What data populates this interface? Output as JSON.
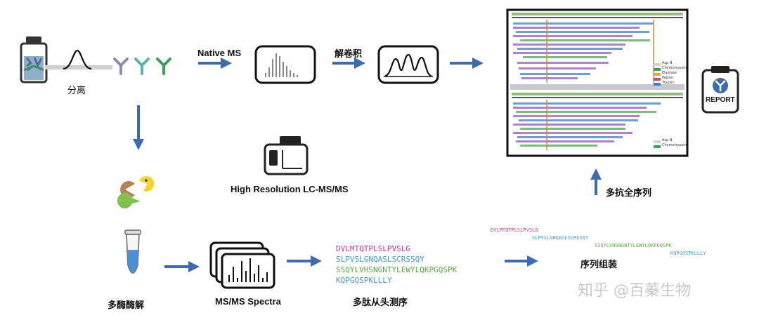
{
  "labels": {
    "separation": "分离",
    "native_ms": "Native MS",
    "deconvolution": "解卷积",
    "lcms": "High Resolution LC-MS/MS",
    "multi_enzyme": "多酶酶解",
    "msms_spectra": "MS/MS Spectra",
    "denovo": "多肽从头测序",
    "assembly": "序列组装",
    "multi_antibody": "多抗全序列",
    "report": "REPORT",
    "watermark": "知乎 @百蓁生物"
  },
  "legend_top": [
    "Asp N",
    "Chymotrypsin",
    "Elastase",
    "Pepsin",
    "Trypsin"
  ],
  "legend_bottom": [
    "Asp N",
    "Chymotrypsin"
  ],
  "peptides_left": [
    "DVLMTQTPLSLPVSLG",
    "SLPVSLGNQASLSCRSSQY",
    "SSQYLVHSNGNTYLEWYLQKPGQSPK",
    "KQPGQSPKLLLY"
  ],
  "peptides_right": [
    "DVLMTQTPLSLPVSLG",
    "SLPVSLGNQASLSCRSSQY",
    "SSQYLVHSNGNTYLEWYLQKPGQSPK",
    "KQPGQSPKLLLY"
  ],
  "colors": {
    "arrow": "#3e6bb0",
    "pink": "#d0358f",
    "blue": "#3a9bd6",
    "green": "#5aa845",
    "antibody_grey": "#8a8fa8",
    "antibody_teal": "#5bb3b0",
    "antibody_green": "#3d9e5a"
  }
}
